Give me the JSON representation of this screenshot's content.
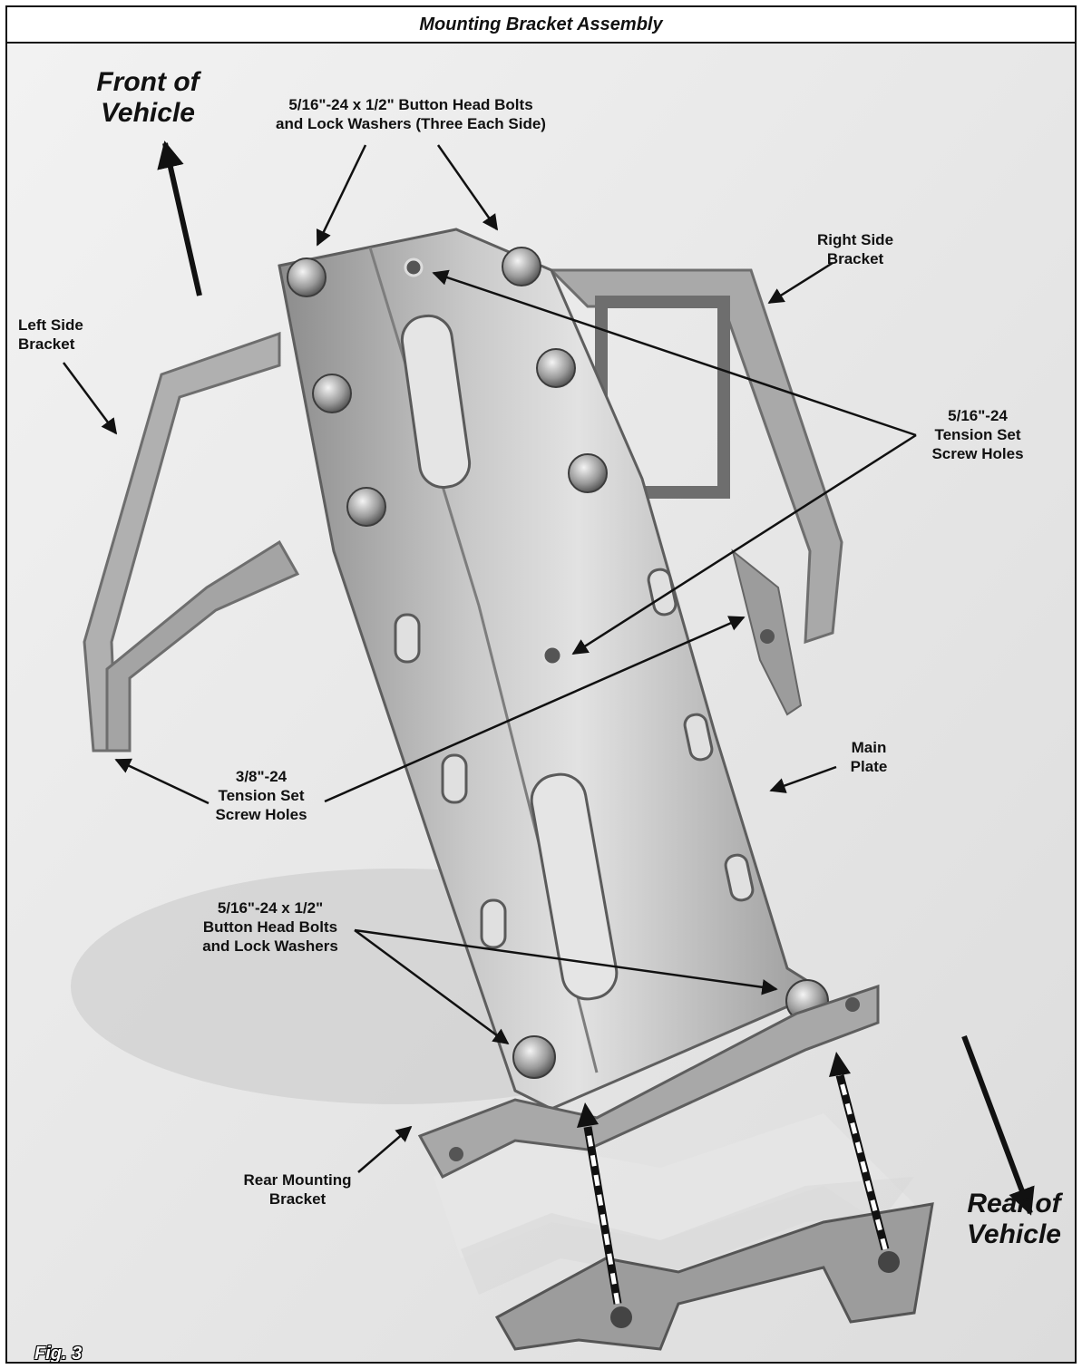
{
  "title": "Mounting Bracket Assembly",
  "figure_label": "Fig. 3",
  "labels": {
    "front": [
      "Front of",
      "Vehicle"
    ],
    "rear": [
      "Rear of",
      "Vehicle"
    ],
    "top_bolts": [
      "5/16\"-24 x 1/2\" Button Head Bolts",
      "and Lock Washers (Three Each Side)"
    ],
    "right_bracket": [
      "Right Side",
      "Bracket"
    ],
    "left_bracket": [
      "Left Side",
      "Bracket"
    ],
    "tension_516": [
      "5/16\"-24",
      "Tension Set",
      "Screw Holes"
    ],
    "tension_38": [
      "3/8\"-24",
      "Tension Set",
      "Screw Holes"
    ],
    "main_plate": [
      "Main",
      "Plate"
    ],
    "bottom_bolts": [
      "5/16\"-24 x 1/2\"",
      "Button Head Bolts",
      "and Lock Washers"
    ],
    "rear_bracket": [
      "Rear Mounting",
      "Bracket"
    ]
  },
  "colors": {
    "background": "#e9e9e9",
    "metal": "#b4b4b4",
    "metal_dark": "#7a7a7a",
    "ink": "#111111"
  }
}
